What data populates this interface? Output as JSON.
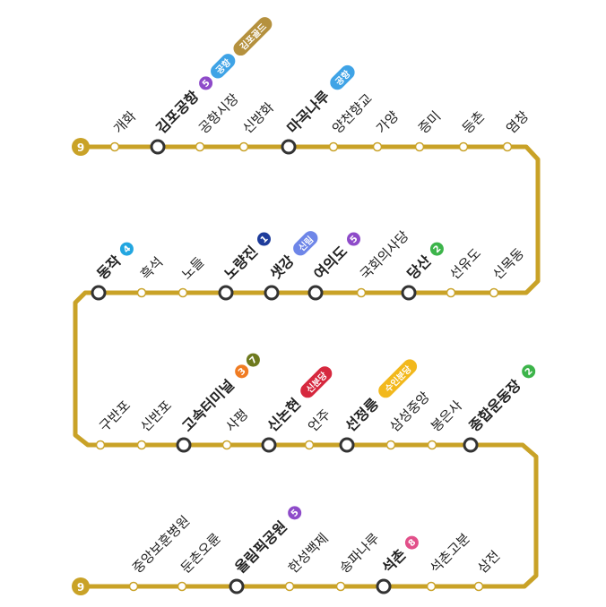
{
  "line": {
    "number": "9",
    "color": "#C9A227"
  },
  "colors": {
    "line1": "#1E3C9B",
    "line2": "#3CB44A",
    "line3": "#F07B22",
    "line4": "#22A6E0",
    "line5": "#8E4BC9",
    "line7": "#6E7A1E",
    "line8": "#E2508A",
    "airport": "#3FA3E6",
    "gimpo_gold": "#B5913E",
    "sillim": "#6E86E8",
    "sinbundang": "#D6283E",
    "suinbundang": "#F2B81C"
  },
  "rows": [
    {
      "stations": [
        {
          "name": "개화",
          "transfer": false,
          "lines": []
        },
        {
          "name": "김포공항",
          "transfer": true,
          "lines": [
            {
              "type": "circle",
              "text": "5",
              "color": "#8E4BC9"
            },
            {
              "type": "pill",
              "text": "공항",
              "color": "#3FA3E6"
            },
            {
              "type": "pill",
              "text": "김포골드",
              "color": "#B5913E"
            }
          ]
        },
        {
          "name": "공항시장",
          "transfer": false,
          "lines": []
        },
        {
          "name": "신방화",
          "transfer": false,
          "lines": []
        },
        {
          "name": "마곡나루",
          "transfer": true,
          "lines": [
            {
              "type": "pill",
              "text": "공항",
              "color": "#3FA3E6"
            }
          ]
        },
        {
          "name": "양천향교",
          "transfer": false,
          "lines": []
        },
        {
          "name": "가양",
          "transfer": false,
          "lines": []
        },
        {
          "name": "증미",
          "transfer": false,
          "lines": []
        },
        {
          "name": "등촌",
          "transfer": false,
          "lines": []
        },
        {
          "name": "염창",
          "transfer": false,
          "lines": []
        }
      ]
    },
    {
      "stations": [
        {
          "name": "동작",
          "transfer": true,
          "lines": [
            {
              "type": "circle",
              "text": "4",
              "color": "#22A6E0"
            }
          ]
        },
        {
          "name": "흑석",
          "transfer": false,
          "lines": []
        },
        {
          "name": "노들",
          "transfer": false,
          "lines": []
        },
        {
          "name": "노량진",
          "transfer": true,
          "lines": [
            {
              "type": "circle",
              "text": "1",
              "color": "#1E3C9B"
            }
          ]
        },
        {
          "name": "샛강",
          "transfer": true,
          "lines": [
            {
              "type": "pill",
              "text": "신림",
              "color": "#6E86E8"
            }
          ]
        },
        {
          "name": "여의도",
          "transfer": true,
          "lines": [
            {
              "type": "circle",
              "text": "5",
              "color": "#8E4BC9"
            }
          ]
        },
        {
          "name": "국회의사당",
          "transfer": false,
          "lines": []
        },
        {
          "name": "당산",
          "transfer": true,
          "lines": [
            {
              "type": "circle",
              "text": "2",
              "color": "#3CB44A"
            }
          ]
        },
        {
          "name": "선유도",
          "transfer": false,
          "lines": []
        },
        {
          "name": "신목동",
          "transfer": false,
          "lines": []
        }
      ]
    },
    {
      "stations": [
        {
          "name": "구반포",
          "transfer": false,
          "lines": []
        },
        {
          "name": "신반포",
          "transfer": false,
          "lines": []
        },
        {
          "name": "고속터미널",
          "transfer": true,
          "lines": [
            {
              "type": "circle",
              "text": "3",
              "color": "#F07B22"
            },
            {
              "type": "circle",
              "text": "7",
              "color": "#6E7A1E"
            }
          ]
        },
        {
          "name": "사평",
          "transfer": false,
          "lines": []
        },
        {
          "name": "신논현",
          "transfer": true,
          "lines": [
            {
              "type": "pill",
              "text": "신분당",
              "color": "#D6283E"
            }
          ]
        },
        {
          "name": "언주",
          "transfer": false,
          "lines": []
        },
        {
          "name": "선정릉",
          "transfer": true,
          "lines": [
            {
              "type": "pill",
              "text": "수인분당",
              "color": "#F2B81C"
            }
          ]
        },
        {
          "name": "삼성중앙",
          "transfer": false,
          "lines": []
        },
        {
          "name": "봉은사",
          "transfer": false,
          "lines": []
        },
        {
          "name": "종합운동장",
          "transfer": true,
          "lines": [
            {
              "type": "circle",
              "text": "2",
              "color": "#3CB44A"
            }
          ]
        }
      ]
    },
    {
      "stations": [
        {
          "name": "중앙보훈병원",
          "transfer": false,
          "lines": []
        },
        {
          "name": "둔촌오륜",
          "transfer": false,
          "lines": []
        },
        {
          "name": "올림픽공원",
          "transfer": true,
          "lines": [
            {
              "type": "circle",
              "text": "5",
              "color": "#8E4BC9"
            }
          ]
        },
        {
          "name": "한성백제",
          "transfer": false,
          "lines": []
        },
        {
          "name": "송파나루",
          "transfer": false,
          "lines": []
        },
        {
          "name": "석촌",
          "transfer": true,
          "lines": [
            {
              "type": "circle",
              "text": "8",
              "color": "#E2508A"
            }
          ]
        },
        {
          "name": "석촌고분",
          "transfer": false,
          "lines": []
        },
        {
          "name": "삼전",
          "transfer": false,
          "lines": []
        }
      ]
    }
  ]
}
